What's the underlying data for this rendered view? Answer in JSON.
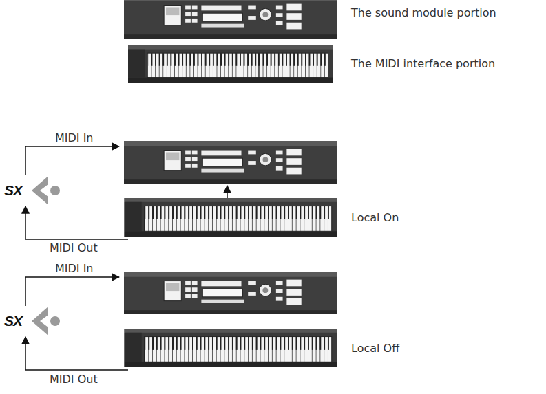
{
  "diagram": {
    "labels": [
      "The sound module portion",
      "The MIDI interface portion",
      "MIDI In",
      "SX",
      "MIDI Out",
      "Local On",
      "MIDI In",
      "SX",
      "MIDI Out",
      "Local Off"
    ]
  }
}
